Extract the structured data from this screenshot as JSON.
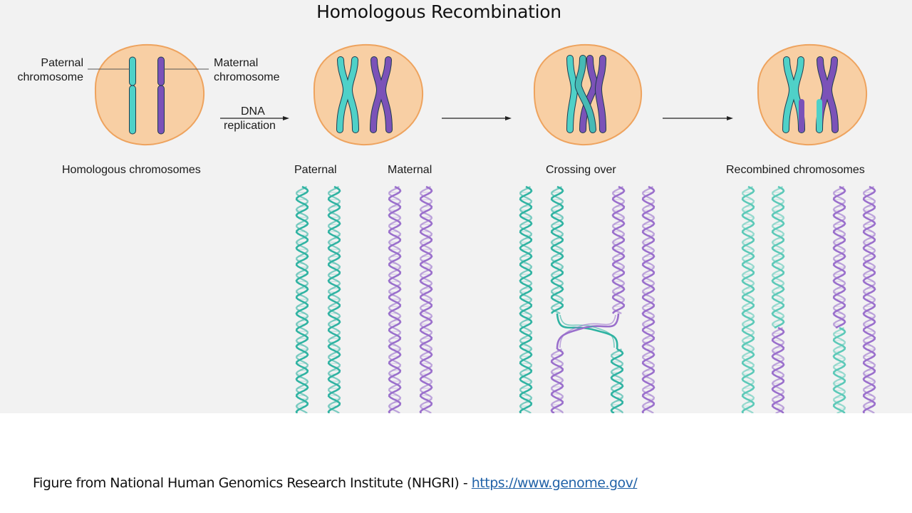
{
  "title": "Homologous Recombination",
  "colors": {
    "paternal": "#4fd1c8",
    "maternal": "#7b52b8",
    "paternal_dna": "#2fb3a2",
    "maternal_dna": "#9a6fcc",
    "cell_fill": "#f8cfa4",
    "cell_stroke": "#eea35e",
    "background": "#f2f2f2",
    "link": "#2263a8"
  },
  "stages": [
    {
      "id": "homologous",
      "caption": "Homologous chromosomes",
      "callouts": {
        "paternal": "Paternal\nchromosome",
        "maternal": "Maternal\nchromosome"
      }
    },
    {
      "id": "replicated",
      "captions": [
        "Paternal",
        "Maternal"
      ]
    },
    {
      "id": "crossing",
      "caption": "Crossing over"
    },
    {
      "id": "recombined",
      "caption": "Recombined chromosomes"
    }
  ],
  "arrows": [
    {
      "label_top": "DNA",
      "label_bottom": "replication"
    },
    {
      "label_top": "",
      "label_bottom": ""
    },
    {
      "label_top": "",
      "label_bottom": ""
    }
  ],
  "labels": {
    "paternal_line1": "Paternal",
    "paternal_line2": "chromosome",
    "maternal_line1": "Maternal",
    "maternal_line2": "chromosome",
    "dna": "DNA",
    "replication": "replication",
    "homologous": "Homologous chromosomes",
    "paternal": "Paternal",
    "maternal": "Maternal",
    "crossing": "Crossing over",
    "recombined": "Recombined chromosomes"
  },
  "footer": {
    "text": "Figure from National Human Genomics Research Institute (NHGRI) - ",
    "link": "https://www.genome.gov/"
  }
}
